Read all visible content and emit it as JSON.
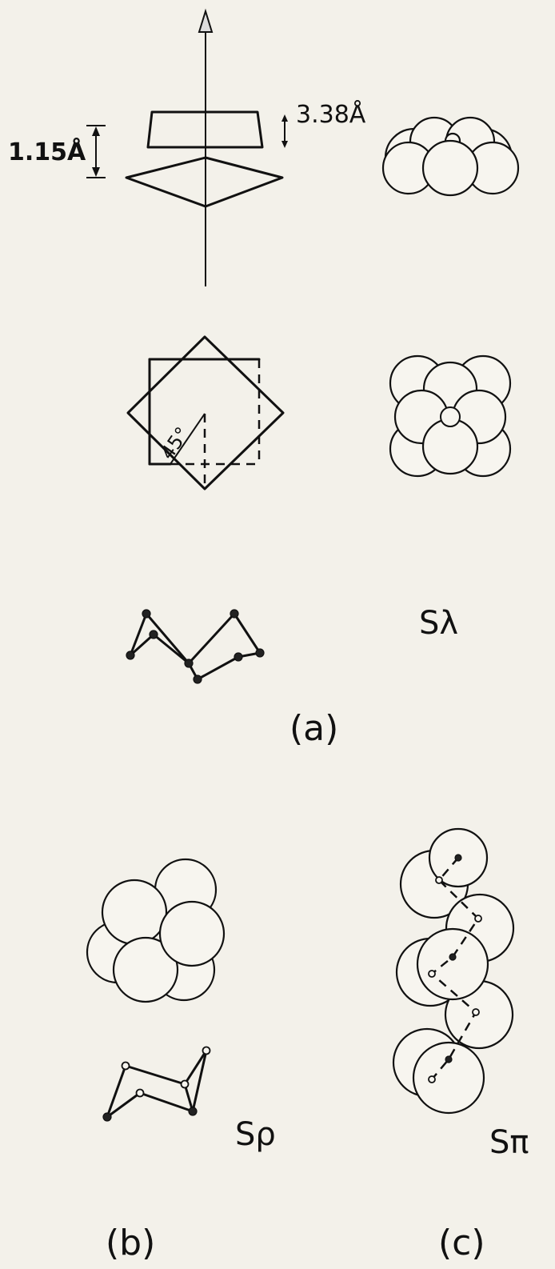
{
  "labels": {
    "spacing": "3.38Å",
    "height": "1.15Å",
    "angle": "45°",
    "s_lambda": "Sλ",
    "s_rho": "Sρ",
    "s_pi": "Sπ",
    "panel_a": "(a)",
    "panel_b": "(b)",
    "panel_c": "(c)"
  }
}
